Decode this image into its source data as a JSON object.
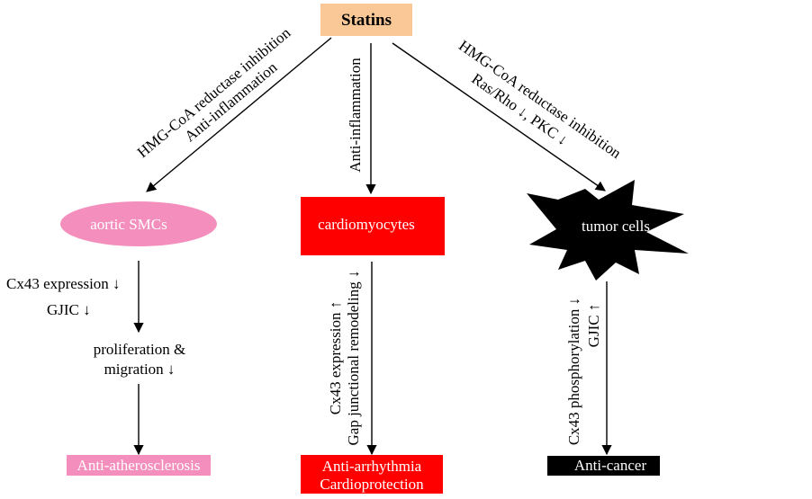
{
  "root": {
    "label": "Statins",
    "color": "#f9c896"
  },
  "branches": [
    {
      "id": "smc",
      "edge_labels": [
        "HMG-CoA reductase inhibition",
        "Anti-inflammation"
      ],
      "node": {
        "label": "aortic SMCs",
        "shape": "ellipse",
        "color": "#f48fbd"
      },
      "mechanism": [
        "Cx43 expression ↓",
        "GJIC ↓"
      ],
      "intermediate": [
        "proliferation &",
        "migration ↓"
      ],
      "outcome": {
        "lines": [
          "Anti-atherosclerosis"
        ],
        "color": "#f48fbd"
      }
    },
    {
      "id": "cardio",
      "edge_labels": [
        "Anti-inflammation"
      ],
      "node": {
        "label": "cardiomyocytes",
        "shape": "rectangle",
        "color": "#ff0000"
      },
      "mechanism": [
        "Cx43 expression ↑",
        "Gap junctional remodeling ↓"
      ],
      "outcome": {
        "lines": [
          "Anti-arrhythmia",
          "Cardioprotection"
        ],
        "color": "#ff0000"
      }
    },
    {
      "id": "tumor",
      "edge_labels": [
        "HMG-CoA reductase inhibition",
        "Ras/Rho ↓, PKC ↓"
      ],
      "node": {
        "label": "tumor cells",
        "shape": "starburst",
        "color": "#000000"
      },
      "mechanism": [
        "Cx43 phosphorylation ↓",
        "GJIC ↑"
      ],
      "outcome": {
        "lines": [
          "Anti-cancer"
        ],
        "color": "#000000"
      }
    }
  ]
}
